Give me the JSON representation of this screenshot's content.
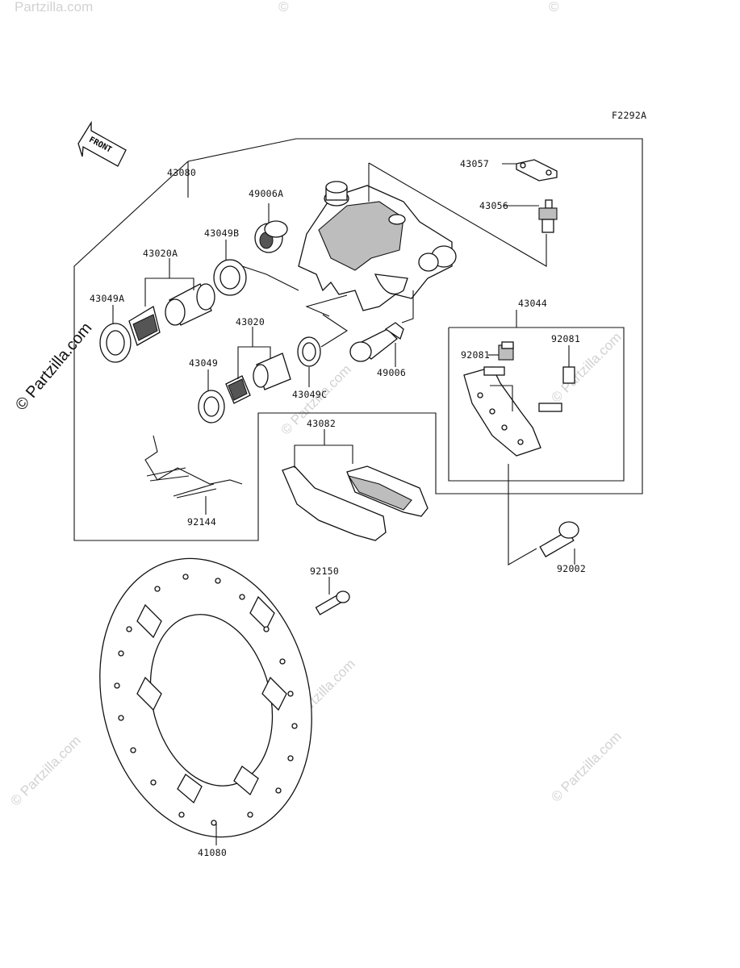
{
  "figure_code": "F2292A",
  "front_label": "FRONT",
  "watermark": "© Partzilla.com",
  "watermark_small": "Partzilla.com",
  "callouts": {
    "p43080": "43080",
    "p49006A": "49006A",
    "p43049B": "43049B",
    "p43020A": "43020A",
    "p43049A": "43049A",
    "p43020": "43020",
    "p43049": "43049",
    "p43049C": "43049C",
    "p49006": "49006",
    "p43057": "43057",
    "p43056": "43056",
    "p43044": "43044",
    "p92081a": "92081",
    "p92081b": "92081",
    "p43082": "43082",
    "p92144": "92144",
    "p92002": "92002",
    "p92150": "92150",
    "p41080": "41080"
  }
}
